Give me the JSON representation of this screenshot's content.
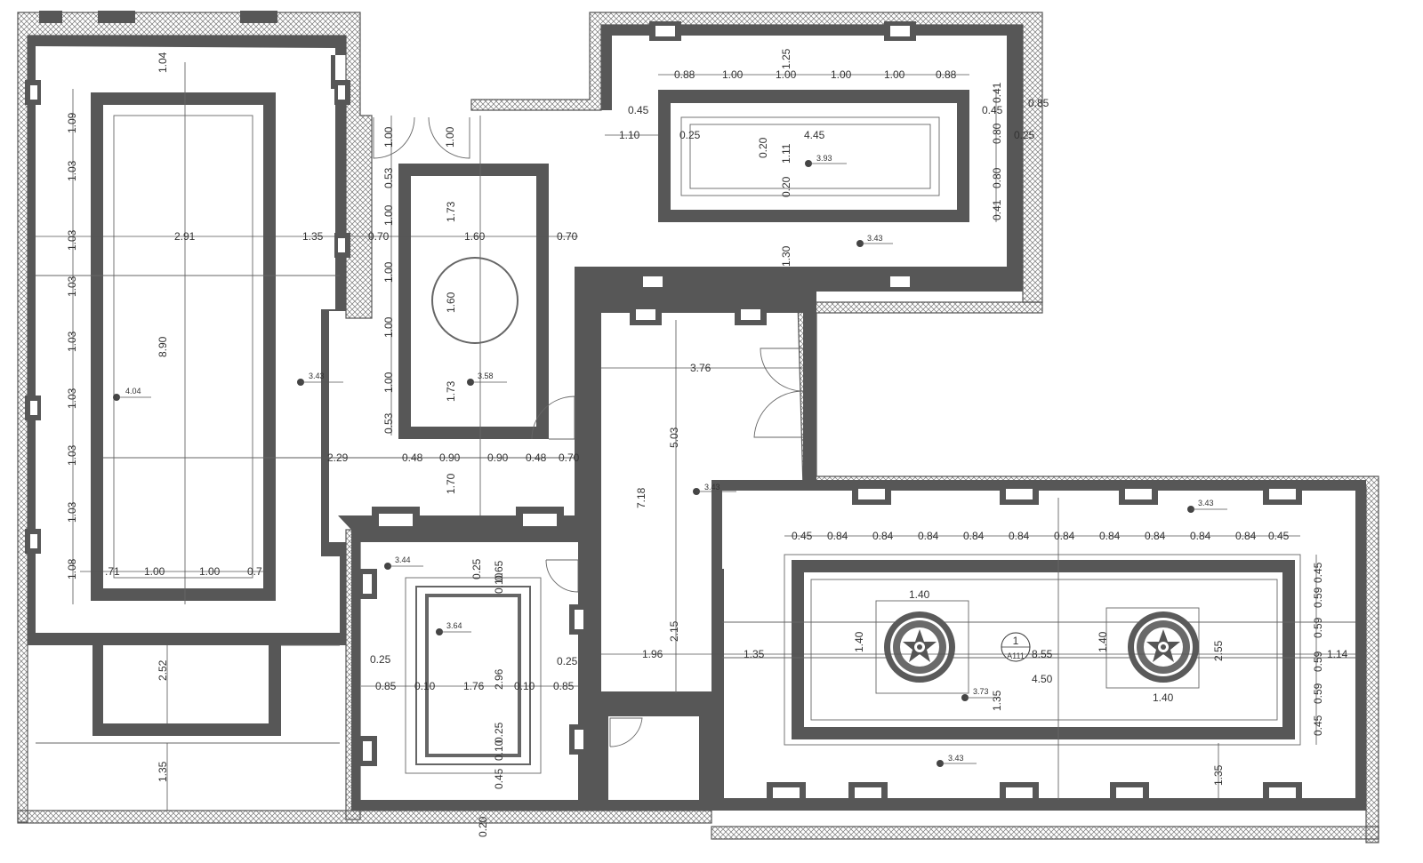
{
  "drawing": {
    "section_marker": {
      "number": "1",
      "sheet": "A111"
    },
    "elevations": [
      {
        "id": "e1",
        "value": "4.04"
      },
      {
        "id": "e2",
        "value": "3.43"
      },
      {
        "id": "e3",
        "value": "3.58"
      },
      {
        "id": "e4",
        "value": "3.93"
      },
      {
        "id": "e5",
        "value": "3.43"
      },
      {
        "id": "e6",
        "value": "3.43"
      },
      {
        "id": "e7",
        "value": "3.44"
      },
      {
        "id": "e8",
        "value": "3.64"
      },
      {
        "id": "e9",
        "value": "3.43"
      },
      {
        "id": "e10",
        "value": "3.73"
      },
      {
        "id": "e11",
        "value": "3.43"
      }
    ],
    "dimensions": [
      {
        "id": "d1",
        "value": "1.04"
      },
      {
        "id": "d2",
        "value": "1.09"
      },
      {
        "id": "d3",
        "value": "1.03"
      },
      {
        "id": "d4",
        "value": "1.03"
      },
      {
        "id": "d5",
        "value": "1.03"
      },
      {
        "id": "d6",
        "value": "1.03"
      },
      {
        "id": "d7",
        "value": "1.03"
      },
      {
        "id": "d8",
        "value": "1.03"
      },
      {
        "id": "d9",
        "value": "1.03"
      },
      {
        "id": "d10",
        "value": "1.08"
      },
      {
        "id": "d11",
        "value": "2.91"
      },
      {
        "id": "d12",
        "value": "8.90"
      },
      {
        "id": "d13",
        "value": "1.35"
      },
      {
        "id": "d14",
        "value": "0.70"
      },
      {
        "id": "d15",
        "value": ".71"
      },
      {
        "id": "d16",
        "value": "1.00"
      },
      {
        "id": "d17",
        "value": "1.00"
      },
      {
        "id": "d18",
        "value": "0.7"
      },
      {
        "id": "d19",
        "value": "2.52"
      },
      {
        "id": "d20",
        "value": "1.35"
      },
      {
        "id": "d21",
        "value": "1.00"
      },
      {
        "id": "d22",
        "value": "1.00"
      },
      {
        "id": "d23",
        "value": "0.53"
      },
      {
        "id": "d24",
        "value": "1.00"
      },
      {
        "id": "d25",
        "value": "1.00"
      },
      {
        "id": "d26",
        "value": "1.00"
      },
      {
        "id": "d27",
        "value": "1.00"
      },
      {
        "id": "d28",
        "value": "0.53"
      },
      {
        "id": "d29",
        "value": "1.73"
      },
      {
        "id": "d30",
        "value": "1.60"
      },
      {
        "id": "d31",
        "value": "1.60"
      },
      {
        "id": "d32",
        "value": "1.73"
      },
      {
        "id": "d33",
        "value": "0.70"
      },
      {
        "id": "d34",
        "value": "2.29"
      },
      {
        "id": "d35",
        "value": "0.48"
      },
      {
        "id": "d36",
        "value": "0.90"
      },
      {
        "id": "d37",
        "value": "0.90"
      },
      {
        "id": "d38",
        "value": "0.48"
      },
      {
        "id": "d39",
        "value": "0.70"
      },
      {
        "id": "d40",
        "value": "1.70"
      },
      {
        "id": "d41",
        "value": "0.88"
      },
      {
        "id": "d42",
        "value": "1.00"
      },
      {
        "id": "d43",
        "value": "1.00"
      },
      {
        "id": "d44",
        "value": "1.00"
      },
      {
        "id": "d45",
        "value": "1.00"
      },
      {
        "id": "d46",
        "value": "0.88"
      },
      {
        "id": "d47",
        "value": "1.25"
      },
      {
        "id": "d48",
        "value": "0.45"
      },
      {
        "id": "d49",
        "value": "1.10"
      },
      {
        "id": "d50",
        "value": "4.45"
      },
      {
        "id": "d51",
        "value": "1.11"
      },
      {
        "id": "d52",
        "value": "1.30"
      },
      {
        "id": "d53",
        "value": "0.45"
      },
      {
        "id": "d54",
        "value": "0.41"
      },
      {
        "id": "d55",
        "value": "0.80"
      },
      {
        "id": "d56",
        "value": "0.80"
      },
      {
        "id": "d57",
        "value": "0.41"
      },
      {
        "id": "d58",
        "value": "0.85"
      },
      {
        "id": "d59",
        "value": "0.25"
      },
      {
        "id": "d60",
        "value": "3.76"
      },
      {
        "id": "d61",
        "value": "5.03"
      },
      {
        "id": "d62",
        "value": "7.18"
      },
      {
        "id": "d63",
        "value": "2.15"
      },
      {
        "id": "d64",
        "value": "1.96"
      },
      {
        "id": "d65",
        "value": "1.35"
      },
      {
        "id": "d66",
        "value": "0.25"
      },
      {
        "id": "d67",
        "value": "0.65"
      },
      {
        "id": "d68",
        "value": "0.10"
      },
      {
        "id": "d69",
        "value": "0.25"
      },
      {
        "id": "d70",
        "value": "0.25"
      },
      {
        "id": "d71",
        "value": "0.85"
      },
      {
        "id": "d72",
        "value": "0.10"
      },
      {
        "id": "d73",
        "value": "1.76"
      },
      {
        "id": "d74",
        "value": "2.96"
      },
      {
        "id": "d75",
        "value": "0.10"
      },
      {
        "id": "d76",
        "value": "0.85"
      },
      {
        "id": "d77",
        "value": "0.25"
      },
      {
        "id": "d78",
        "value": "0.10"
      },
      {
        "id": "d79",
        "value": "0.45"
      },
      {
        "id": "d80",
        "value": "0.20"
      },
      {
        "id": "d81",
        "value": "0.45"
      },
      {
        "id": "d82",
        "value": "0.84"
      },
      {
        "id": "d83",
        "value": "0.84"
      },
      {
        "id": "d84",
        "value": "0.84"
      },
      {
        "id": "d85",
        "value": "0.84"
      },
      {
        "id": "d86",
        "value": "0.84"
      },
      {
        "id": "d87",
        "value": "0.84"
      },
      {
        "id": "d88",
        "value": "0.84"
      },
      {
        "id": "d89",
        "value": "0.84"
      },
      {
        "id": "d90",
        "value": "0.84"
      },
      {
        "id": "d91",
        "value": "0.84"
      },
      {
        "id": "d92",
        "value": "0.45"
      },
      {
        "id": "d93",
        "value": "1.40"
      },
      {
        "id": "d94",
        "value": "1.40"
      },
      {
        "id": "d95",
        "value": "1.40"
      },
      {
        "id": "d96",
        "value": "1.40"
      },
      {
        "id": "d97",
        "value": "8.55"
      },
      {
        "id": "d98",
        "value": "4.50"
      },
      {
        "id": "d99",
        "value": "2.55"
      },
      {
        "id": "d100",
        "value": "0.45"
      },
      {
        "id": "d101",
        "value": "0.59"
      },
      {
        "id": "d102",
        "value": "0.59"
      },
      {
        "id": "d103",
        "value": "0.59"
      },
      {
        "id": "d104",
        "value": "0.59"
      },
      {
        "id": "d105",
        "value": "0.45"
      },
      {
        "id": "d106",
        "value": "1.14"
      },
      {
        "id": "d107",
        "value": "1.35"
      },
      {
        "id": "d108",
        "value": "1.35"
      },
      {
        "id": "d109",
        "value": "0.20"
      },
      {
        "id": "d110",
        "value": "0.25"
      },
      {
        "id": "d111",
        "value": "0.20"
      }
    ]
  }
}
